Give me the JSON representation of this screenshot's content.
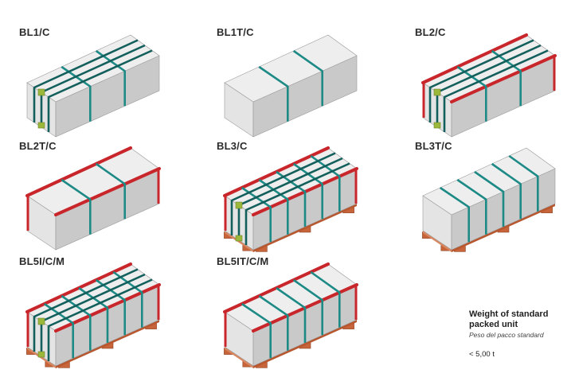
{
  "packages": [
    {
      "label": "BL1/C",
      "edges": "plain",
      "pallet": false,
      "straps_len": 3,
      "straps_wid": 2,
      "clips": true
    },
    {
      "label": "BL1T/C",
      "edges": "plain",
      "pallet": false,
      "straps_len": 0,
      "straps_wid": 2,
      "clips": false
    },
    {
      "label": "BL2/C",
      "edges": "red",
      "pallet": false,
      "straps_len": 3,
      "straps_wid": 2,
      "clips": true
    },
    {
      "label": "BL2T/C",
      "edges": "red",
      "pallet": false,
      "straps_len": 0,
      "straps_wid": 2,
      "clips": false
    },
    {
      "label": "BL3/C",
      "edges": "red",
      "pallet": true,
      "straps_len": 3,
      "straps_wid": 5,
      "clips": true
    },
    {
      "label": "BL3T/C",
      "edges": "plain",
      "pallet": true,
      "straps_len": 0,
      "straps_wid": 5,
      "clips": false
    },
    {
      "label": "BL5I/C/M",
      "edges": "red",
      "pallet": true,
      "straps_len": 3,
      "straps_wid": 5,
      "clips": true
    },
    {
      "label": "BL5IT/C/M",
      "edges": "red",
      "pallet": true,
      "straps_len": 0,
      "straps_wid": 5,
      "clips": false
    }
  ],
  "weight": {
    "title": "Weight of standard packed unit",
    "subtitle": "Peso del pacco standard",
    "value": "< 5,00 t"
  },
  "colors": {
    "top": "#eeeeee",
    "left": "#e4e4e4",
    "right": "#c9c9c9",
    "outline": "#9a9a9a",
    "strap": "#1d8a86",
    "strap_dark": "#135f5c",
    "edge_red": "#c8262b",
    "clip": "#9bb83a",
    "pallet": "#c8643a"
  }
}
